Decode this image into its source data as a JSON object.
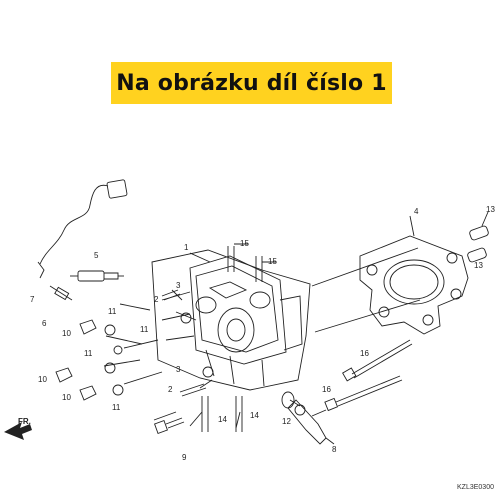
{
  "banner": {
    "text": "Na obrázku díl číslo 1",
    "background": "#ffd21f"
  },
  "diagram_code": "KZL3E0300",
  "front_marker": "FR.",
  "callouts": [
    "1",
    "2",
    "2",
    "3",
    "3",
    "4",
    "5",
    "6",
    "7",
    "8",
    "9",
    "10",
    "10",
    "10",
    "11",
    "11",
    "11",
    "11",
    "12",
    "13",
    "13",
    "14",
    "14",
    "15",
    "15",
    "16",
    "16"
  ]
}
